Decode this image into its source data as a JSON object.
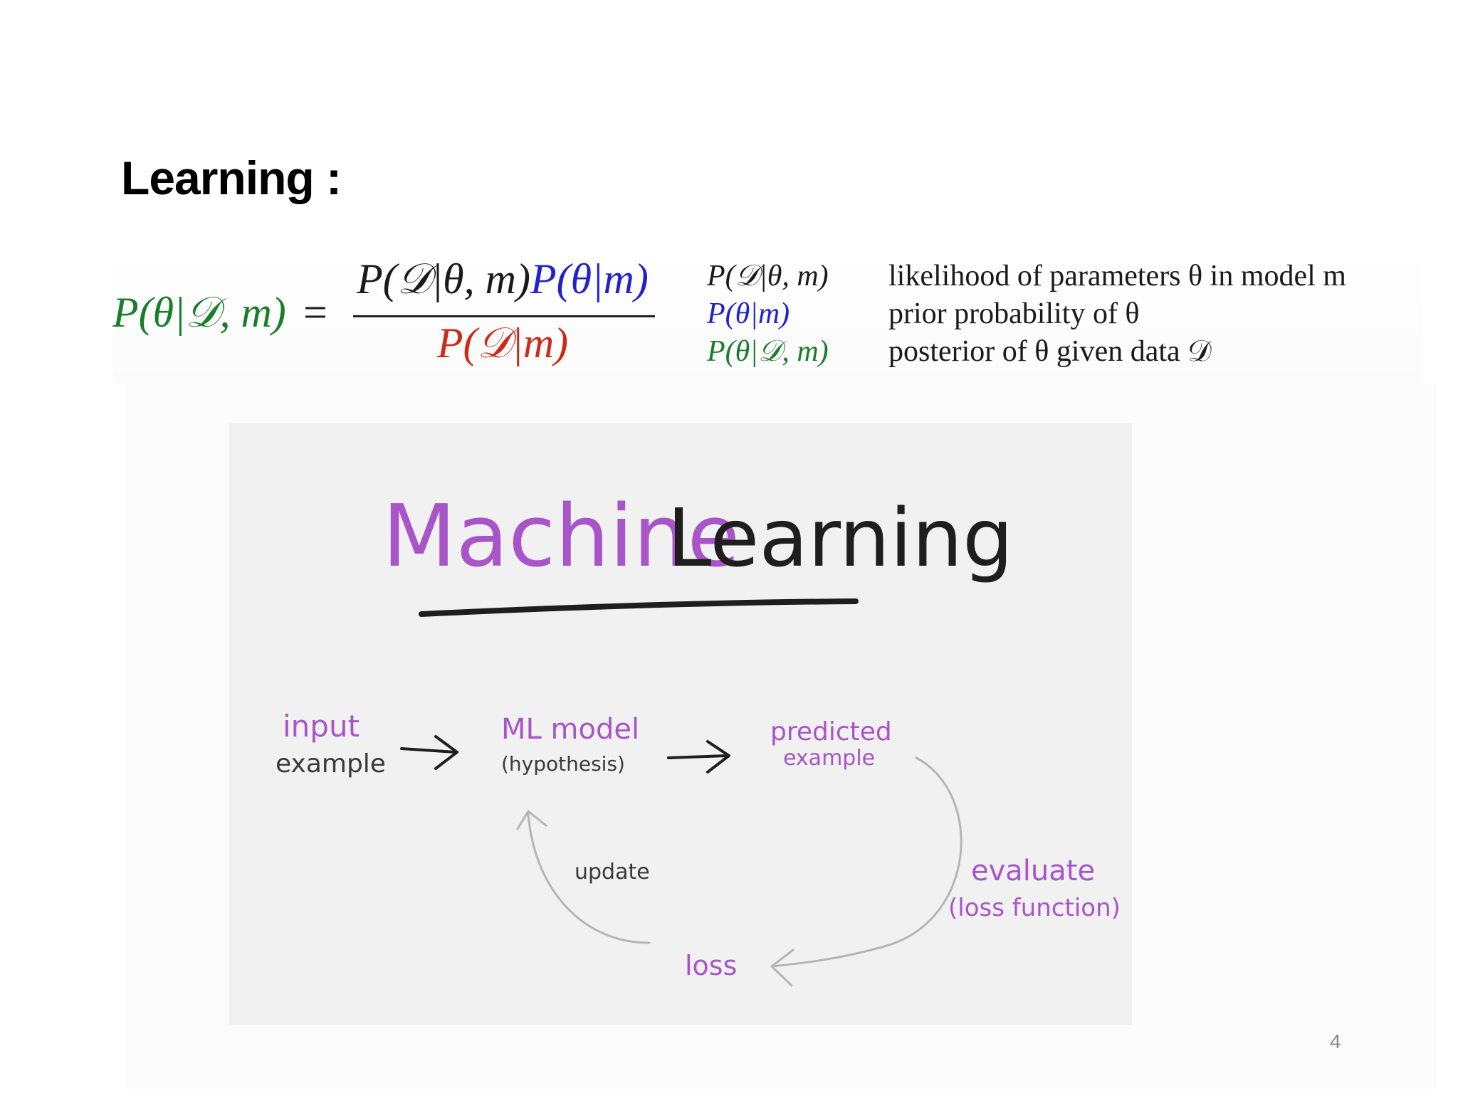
{
  "slide": {
    "title": "Learning :",
    "page_number": "4"
  },
  "bayes_rule": {
    "lhs": "P(θ|𝒟, m)",
    "equals": "=",
    "numerator_likelihood": "P(𝒟|θ, m)",
    "numerator_prior": "P(θ|m)",
    "denominator": "P(𝒟|m)"
  },
  "definitions": [
    {
      "term": "P(𝒟|θ, m)",
      "description": "likelihood of parameters θ in model m",
      "color": "black"
    },
    {
      "term": "P(θ|m)",
      "description": "prior probability of θ",
      "color": "blue"
    },
    {
      "term": "P(θ|𝒟, m)",
      "description": "posterior of θ given data 𝒟",
      "color": "green"
    }
  ],
  "diagram": {
    "title_part1": "Machine",
    "title_part2": "Learning",
    "nodes": {
      "input_line1": "input",
      "input_line2": "example",
      "model_line1": "ML model",
      "model_line2": "(hypothesis)",
      "predicted_line1": "predicted",
      "predicted_line2": "example",
      "evaluate_line1": "evaluate",
      "evaluate_line2": "(loss function)",
      "loss": "loss",
      "update": "update"
    }
  },
  "colors": {
    "green": "#1a7d2c",
    "blue": "#2222cc",
    "red": "#cc2a1a",
    "purple": "#a855c8",
    "ink": "#1e1e1e",
    "gray_arrow": "#b5b5b5",
    "panel_bg": "#f1f1f1"
  }
}
